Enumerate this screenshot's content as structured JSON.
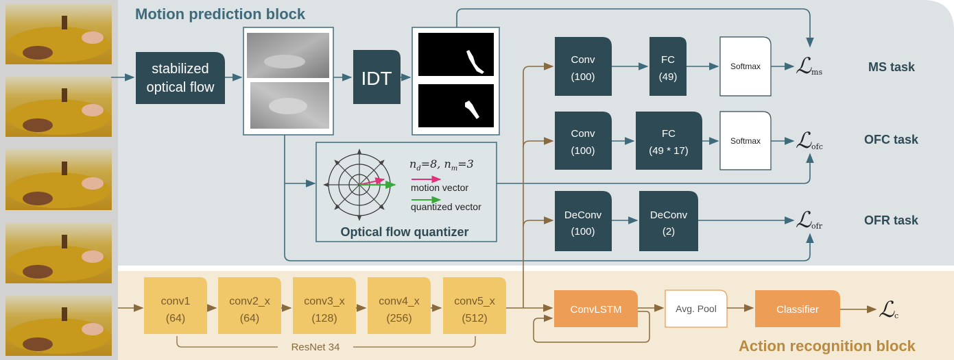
{
  "motion_block": {
    "title": "Motion prediction block",
    "stabilized_flow": [
      "stabilized",
      "optical flow"
    ],
    "idt": "IDT",
    "ms_branch": {
      "conv": [
        "Conv",
        "(100)"
      ],
      "fc": [
        "FC",
        "(49)"
      ],
      "softmax": "Softmax",
      "loss_sub": "ms",
      "task": "MS task"
    },
    "ofc_branch": {
      "conv": [
        "Conv",
        "(100)"
      ],
      "fc": [
        "FC",
        "(49 * 17)"
      ],
      "softmax": "Softmax",
      "loss_sub": "ofc",
      "task": "OFC task"
    },
    "ofr_branch": {
      "deconv1": [
        "DeConv",
        "(100)"
      ],
      "deconv2": [
        "DeConv",
        "(2)"
      ],
      "loss_sub": "ofr",
      "task": "OFR task"
    },
    "quantizer": {
      "title": "Optical flow quantizer",
      "params": "n_d=8, n_m=3",
      "nd_sub": "d",
      "nm_sub": "m",
      "nd_val": "=8,",
      "nm_val": "=3",
      "motion_vector": "motion vector",
      "quantized_vector": "quantized vector"
    }
  },
  "action_block": {
    "title": "Action recognition block",
    "resnet_label": "ResNet 34",
    "convs": [
      {
        "name": "conv1",
        "channels": "(64)"
      },
      {
        "name": "conv2_x",
        "channels": "(64)"
      },
      {
        "name": "conv3_x",
        "channels": "(128)"
      },
      {
        "name": "conv4_x",
        "channels": "(256)"
      },
      {
        "name": "conv5_x",
        "channels": "(512)"
      }
    ],
    "convlstm": "ConvLSTM",
    "avgpool": "Avg. Pool",
    "classifier": "Classifier",
    "loss_sub": "c"
  },
  "loss_symbol": "ℒ",
  "colors": {
    "motion_bg": "#dde2e5",
    "action_bg": "#f5ead6",
    "dark_box": "#2e4a55",
    "conv_yellow": "#f0c86a",
    "orange": "#ee9d56",
    "teal_arrow": "#3e6b7b",
    "brown_arrow": "#8a6a3c",
    "magenta": "#e0337c",
    "green": "#3aa83a"
  }
}
